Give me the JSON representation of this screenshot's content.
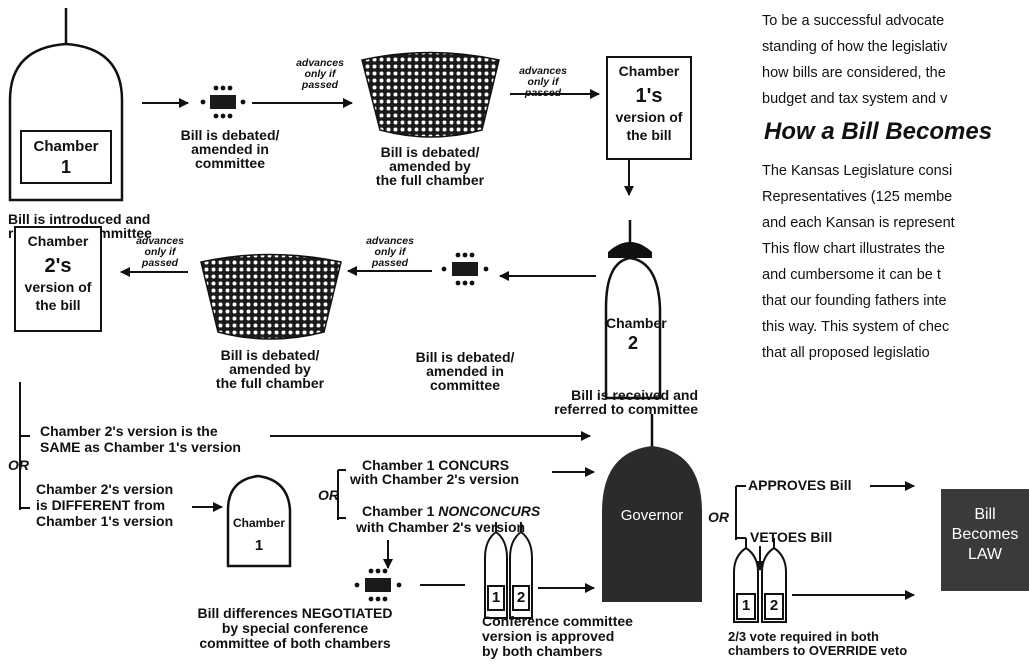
{
  "intro": {
    "lines": [
      "To be a successful advocate",
      "standing of how the legislativ",
      "how bills are considered, the",
      "budget and tax system and v"
    ],
    "heading": "How a Bill Becomes",
    "paragraph": [
      "The Kansas Legislature consi",
      "Representatives (125 membe",
      "and each Kansan is represent",
      "This flow chart illustrates the",
      "and cumbersome it can be t",
      "that our founding fathers inte",
      "this way. This system of chec",
      "that  all  proposed  legislatio"
    ]
  },
  "chamber1": {
    "label": "Chamber",
    "number": "1",
    "caption": [
      "Bill is introduced and",
      "referred to committee"
    ]
  },
  "committee1": {
    "caption": [
      "Bill is debated/",
      "amended in",
      "committee"
    ]
  },
  "full1": {
    "caption": [
      "Bill is debated/",
      "amended by",
      "the full chamber"
    ]
  },
  "advances": {
    "a": "advances",
    "b": "only if",
    "c": "passed"
  },
  "version1": {
    "lines": [
      "Chamber",
      "1's",
      "version of",
      "the bill"
    ]
  },
  "chamber2": {
    "label": "Chamber",
    "number": "2",
    "caption": [
      "Bill is received and",
      "referred to committee"
    ]
  },
  "committee2": {
    "caption": [
      "Bill is debated/",
      "amended in",
      "committee"
    ]
  },
  "full2": {
    "caption": [
      "Bill is debated/",
      "amended by",
      "the full chamber"
    ]
  },
  "version2": {
    "lines": [
      "Chamber",
      "2's",
      "version of",
      "the bill"
    ]
  },
  "branch": {
    "or": "OR",
    "same": [
      "Chamber 2's version is the",
      "SAME as Chamber 1's version"
    ],
    "different": [
      "Chamber 2's version",
      "is DIFFERENT from",
      "Chamber 1's version"
    ]
  },
  "chamber1b": {
    "label": "Chamber",
    "number": "1"
  },
  "concur": {
    "or": "OR",
    "concurs": [
      "Chamber 1 CONCURS",
      "with Chamber 2's version"
    ],
    "nonconcurs_prefix": "Chamber 1 ",
    "nonconcurs_emph": "NON",
    "nonconcurs_suffix": "CONCURS",
    "nonconcurs_line2": "with Chamber 2's version"
  },
  "negotiated": {
    "caption": [
      "Bill differences NEGOTIATED",
      "by special conference",
      "committee of both chambers"
    ]
  },
  "conference": {
    "num1": "1",
    "num2": "2",
    "caption": [
      "Conference committee",
      "version is approved",
      "by both chambers"
    ]
  },
  "governor": {
    "label": "Governor",
    "or": "OR",
    "approves": "APPROVES Bill",
    "vetoes": "VETOES Bill"
  },
  "override": {
    "num1": "1",
    "num2": "2",
    "caption": [
      "2/3 vote required in both",
      "chambers to OVERRIDE veto"
    ]
  },
  "law": {
    "lines": [
      "Bill",
      "Becomes",
      "LAW"
    ]
  },
  "colors": {
    "ink": "#111111",
    "law_box": "#3a3a3a",
    "governor": "#2b2b2b"
  }
}
